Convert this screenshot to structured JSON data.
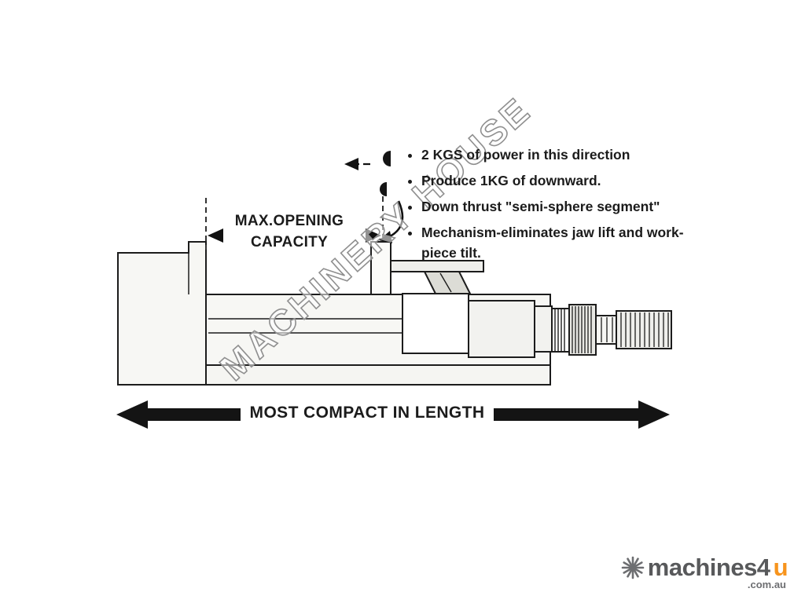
{
  "diagram": {
    "bullets": [
      "2 KGS of power in this direction",
      "Produce 1KG of downward.",
      "Down thrust \"semi-sphere segment\"",
      "Mechanism-eliminates jaw lift and work-piece tilt."
    ],
    "labels": {
      "max_opening_line1": "MAX.OPENING",
      "max_opening_line2": "CAPACITY",
      "most_compact": "MOST COMPACT IN LENGTH"
    },
    "watermark": "MACHINERY HOUSE"
  },
  "logo": {
    "brand": "machines4",
    "brand_accent": "u",
    "domain": ".com.au",
    "accent_color": "#f7941d",
    "text_color": "#58595b",
    "icon": "asterisk-star"
  }
}
